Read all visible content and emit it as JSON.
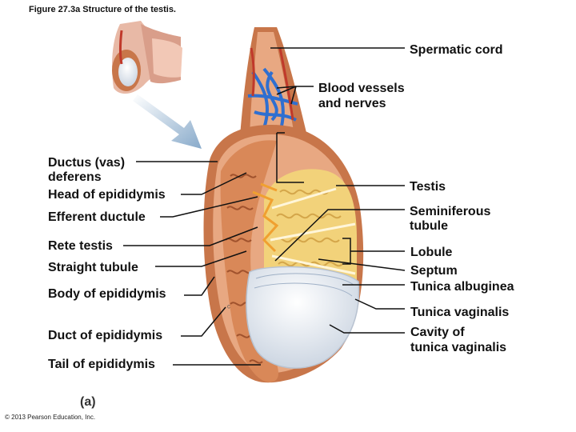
{
  "caption": "Figure 27.3a  Structure of the testis.",
  "panel_letter": "(a)",
  "copyright": "© 2013 Pearson Education, Inc.",
  "labels": {
    "spermatic_cord": "Spermatic cord",
    "blood_vessels_1": "Blood vessels",
    "blood_vessels_2": "and nerves",
    "ductus_1": "Ductus (vas)",
    "ductus_2": "deferens",
    "head_epididymis": "Head of epididymis",
    "efferent_ductule": "Efferent ductule",
    "rete_testis": "Rete testis",
    "straight_tubule": "Straight tubule",
    "body_epididymis": "Body of epididymis",
    "duct_epididymis": "Duct of epididymis",
    "tail_epididymis": "Tail of epididymis",
    "testis": "Testis",
    "seminiferous_1": "Seminiferous",
    "seminiferous_2": "tubule",
    "lobule": "Lobule",
    "septum": "Septum",
    "tunica_albuginea": "Tunica albuginea",
    "tunica_vaginalis": "Tunica vaginalis",
    "cavity_1": "Cavity of",
    "cavity_2": "tunica vaginalis"
  },
  "colors": {
    "muscle_outer": "#c8764a",
    "muscle_inner": "#e8a882",
    "tubule_yellow": "#f2d27a",
    "vessel_blue": "#2f6fd0",
    "vessel_red": "#c0392b",
    "rete_orange": "#f0a030",
    "albuginea": "#dfe6ef",
    "leader": "#111111"
  }
}
